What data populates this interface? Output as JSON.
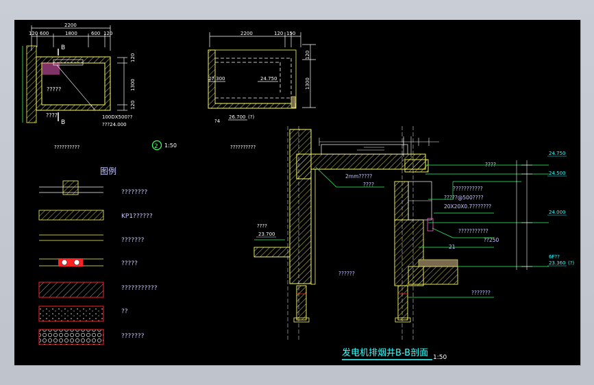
{
  "colors": {
    "background": "#000000",
    "wall_line": "#ffff66",
    "hatch": "#ffff66",
    "dimension": "#ffffff",
    "annotation_leader": "#33ff66",
    "label_text": "#c8c8ff",
    "cyan_text": "#33ffff",
    "title_underline": "#33c6c6",
    "slab_fill": "#7a6a50",
    "pink_accent": "#ff66cc",
    "red_accent": "#ff2222"
  },
  "plan_left": {
    "top_dims": [
      "2200",
      "120",
      "600",
      "1800",
      "600",
      "120"
    ],
    "right_dims": [
      "120",
      "1300",
      "120"
    ],
    "section_mark_top": "B",
    "section_mark_bottom": "B",
    "inner_label": "?????",
    "outside_label": "????",
    "leader_label_1": "100DX500??",
    "leader_label_2": "???24.000",
    "caption": "??????????"
  },
  "plan_right": {
    "top_dims": [
      "2200",
      "120",
      "150"
    ],
    "right_dims": [
      "120",
      "1300"
    ],
    "level_left": "27.300",
    "level_right": "24.750",
    "bottom_prefix": "?4",
    "bottom_level": "26.700",
    "bottom_suffix": "(?)",
    "caption": "??????????"
  },
  "detail_mark": {
    "number": "2",
    "scale": "1:50"
  },
  "legend": {
    "title": "图例",
    "items": [
      {
        "label": "????????",
        "icon": "wall-stub-icon"
      },
      {
        "label": "KP1??????",
        "icon": "hatched-band-icon"
      },
      {
        "label": "???????",
        "icon": "double-line-icon"
      },
      {
        "label": "?????",
        "icon": "red-circles-band-icon"
      },
      {
        "label": "???????????",
        "icon": "hatched-box-icon"
      },
      {
        "label": "??",
        "icon": "dotted-box-icon"
      },
      {
        "label": "???????",
        "icon": "circles-box-icon"
      }
    ]
  },
  "section": {
    "title": "发电机排烟井B-B剖面",
    "scale": "1:50",
    "levels": [
      "24.750",
      "24.500",
      "24.000",
      "6F??",
      "23.360",
      "(?)"
    ],
    "level_left_note": "????",
    "level_left": "23.700",
    "annotations": [
      "????",
      "2mm?????",
      "????",
      "???????????",
      "?????@500????",
      "20X20X0.7???????",
      "???????????",
      "??250",
      "21",
      "??????",
      "???????"
    ]
  }
}
